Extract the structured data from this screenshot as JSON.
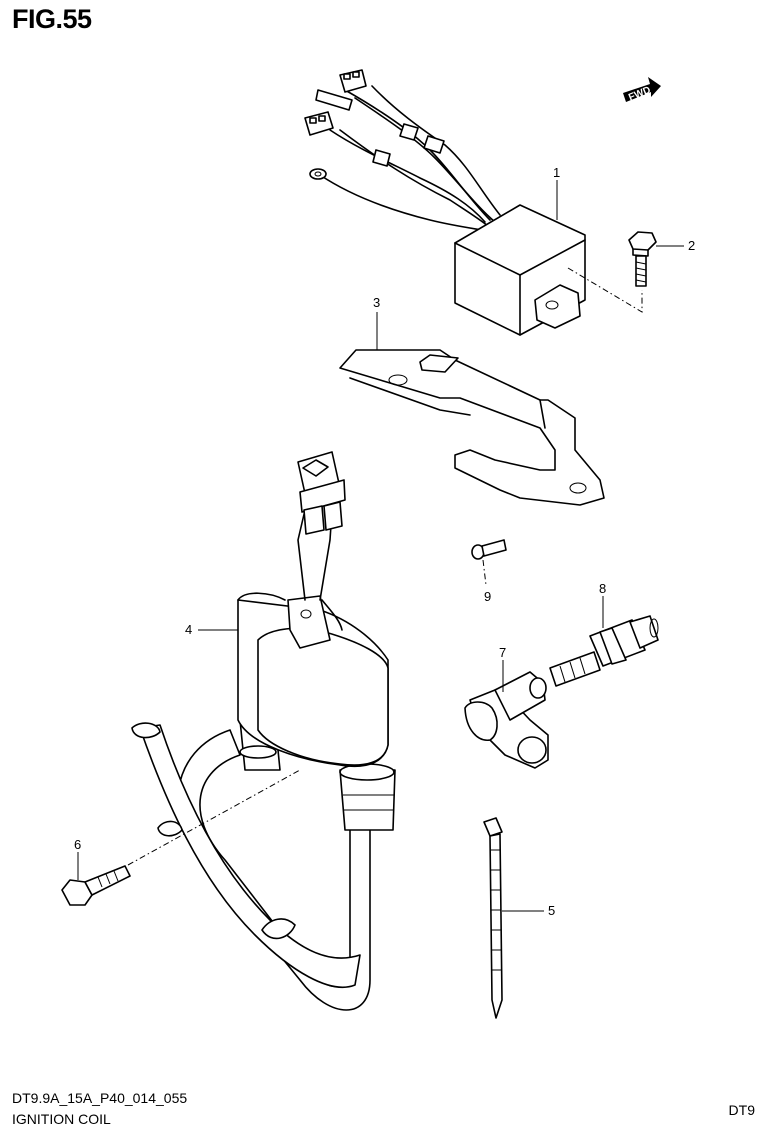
{
  "figure": {
    "title": "FIG.55"
  },
  "fwd_arrow": {
    "label": "FWD"
  },
  "callouts": {
    "c1": "1",
    "c2": "2",
    "c3": "3",
    "c4": "4",
    "c5": "5",
    "c6": "6",
    "c7": "7",
    "c8": "8",
    "c9": "9"
  },
  "footer": {
    "code": "DT9.9A_15A_P40_014_055",
    "caption": "IGNITION COIL",
    "model": "DT9"
  }
}
